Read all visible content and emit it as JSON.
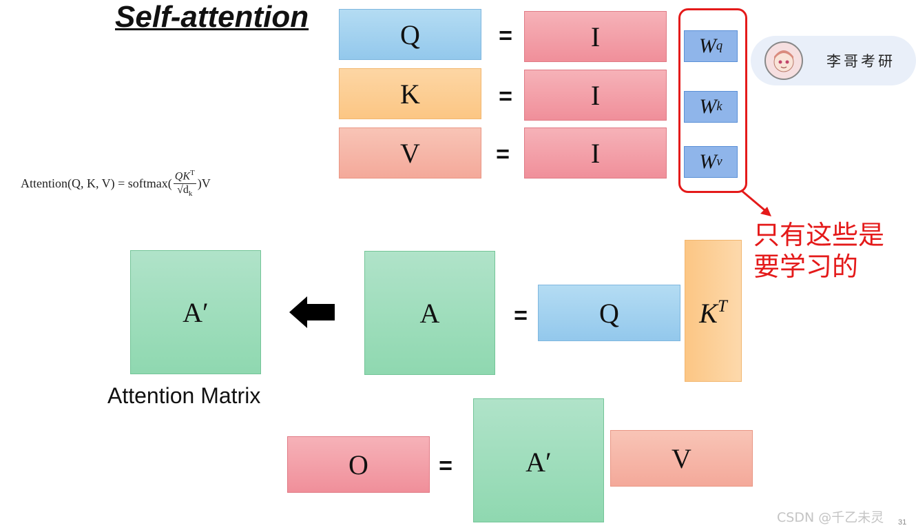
{
  "title": "Self-attention",
  "formula": {
    "lhs": "Attention(Q, K, V) = softmax(",
    "numerator": "QK",
    "numerator_sup": "T",
    "denominator": "√d",
    "denominator_sub": "k",
    "rhs": ")V"
  },
  "rows": [
    {
      "left": "Q",
      "eq": "=",
      "right": "I",
      "weight": "W",
      "weight_sup": "q"
    },
    {
      "left": "K",
      "eq": "=",
      "right": "I",
      "weight": "W",
      "weight_sup": "k"
    },
    {
      "left": "V",
      "eq": "=",
      "right": "I",
      "weight": "W",
      "weight_sup": "v"
    }
  ],
  "badge": {
    "text": "李哥考研"
  },
  "note": {
    "line1": "只有这些是",
    "line2": "要学习的"
  },
  "attention": {
    "a_prime": "A′",
    "a": "A",
    "eq": "=",
    "q": "Q",
    "kt": "K",
    "kt_sup": "T",
    "caption": "Attention Matrix"
  },
  "output": {
    "o": "O",
    "eq": "=",
    "a_prime": "A′",
    "v": "V"
  },
  "watermark": "CSDN @千乙未灵",
  "page_number": "31",
  "colors": {
    "red": "#e41a1a",
    "blue": "#93c8ec",
    "orange": "#fcc684",
    "pink": "#f08f9a",
    "green": "#8fd8b0",
    "weight_blue": "#8fb5ea"
  }
}
